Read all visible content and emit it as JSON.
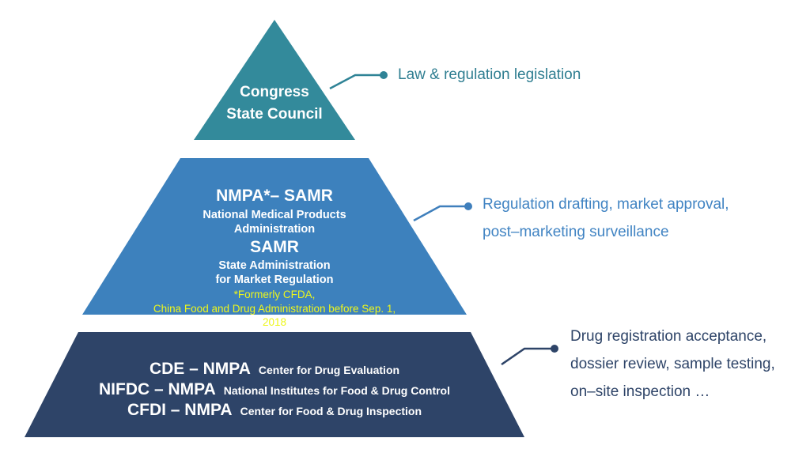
{
  "colors": {
    "tier1_fill": "#338A9B",
    "tier2_fill": "#3D81BD",
    "tier3_fill": "#2E4468",
    "note_yellow": "#EDF61B",
    "callout1_line": "#2F8396",
    "callout2_line": "#3F7FBC",
    "callout3_line": "#2E4468",
    "callout1_text": "#2F7E91",
    "callout2_text": "#4184C3",
    "callout3_text": "#2E4468"
  },
  "pyramid": {
    "tier1": {
      "line1": "Congress",
      "line2": "State Council",
      "callout_line1": "Law & regulation legislation"
    },
    "tier2": {
      "title1": "NMPA*– SAMR",
      "subtitle1a": "National Medical Products",
      "subtitle1b": "Administration",
      "title2": "SAMR",
      "subtitle2a": "State Administration",
      "subtitle2b": "for Market Regulation",
      "note1": "*Formerly CFDA,",
      "note2": "China Food and Drug Administration before Sep. 1,",
      "note3": "2018",
      "callout_line1": "Regulation drafting, market approval,",
      "callout_line2": "post–marketing surveillance"
    },
    "tier3": {
      "rows": [
        {
          "acronym": "CDE – NMPA",
          "desc": "Center for Drug Evaluation"
        },
        {
          "acronym": "NIFDC – NMPA",
          "desc": "National Institutes for Food & Drug Control"
        },
        {
          "acronym": "CFDI – NMPA",
          "desc": "Center for Food & Drug Inspection"
        }
      ],
      "callout_line1": "Drug registration acceptance,",
      "callout_line2": "dossier review, sample testing,",
      "callout_line3": "on–site inspection …"
    }
  }
}
